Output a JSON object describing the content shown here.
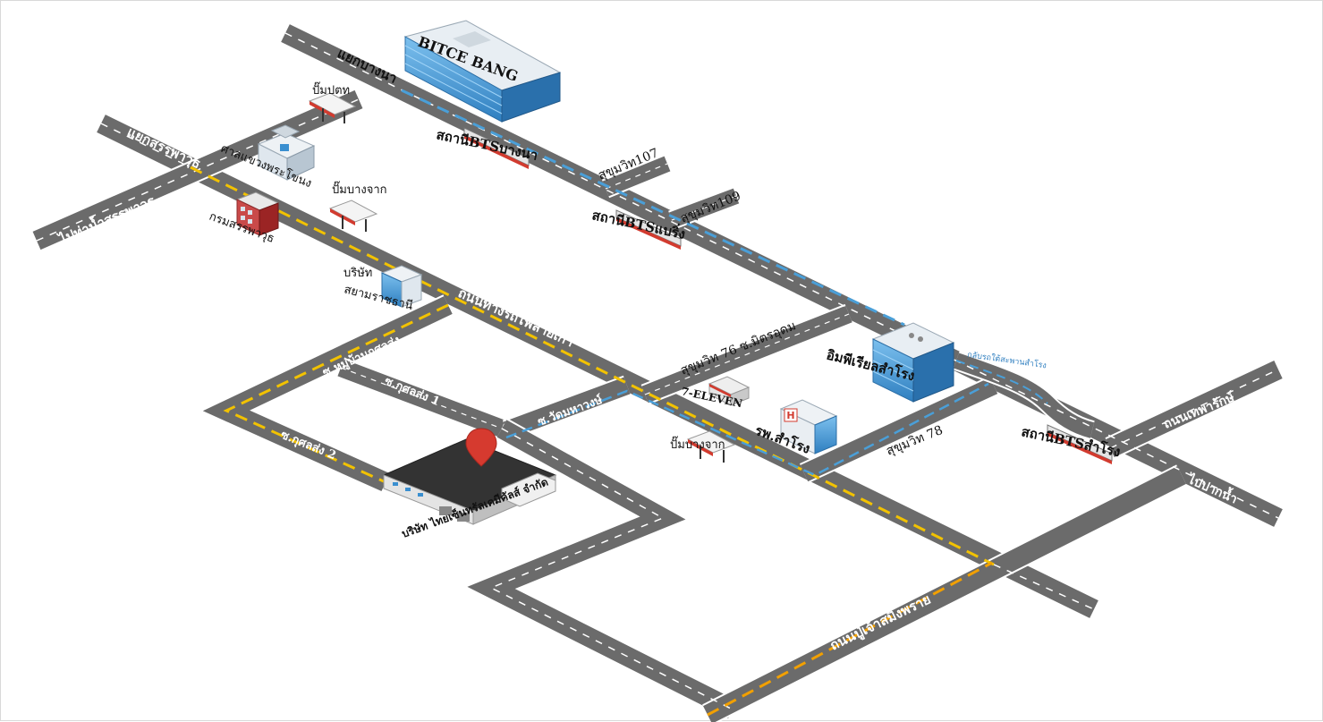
{
  "map": {
    "roads": {
      "bangna_junction": "แยกบางนา",
      "sanphawut_junction": "แยกสรรพาวุธ",
      "to_tha_nam_sanphawut": "ไปท่าน้ำสรรพาวุธ",
      "old_railway_road": "ถนนทางรถไฟสายเก่า",
      "soi_mooban_kusolsong": "ซ.หมู่บ้านกุศลส่ง",
      "soi_kusolsong_1": "ซ.กุศลส่ง 1",
      "soi_kusolsong_2": "ซ.กุศลส่ง 2",
      "soi_wat_mahawong": "ซ.วัดมหาวงษ์",
      "sukhumvit_107": "สุขุมวิท107",
      "sukhumvit_109": "สุขุมวิท109",
      "sukhumvit_76": "สุขุมวิท 76 ซ.มิตรอุดม",
      "sukhumvit_78": "สุขุมวิท 78",
      "thepharak_road": "ถนนเทพารักษ์",
      "to_paknam": "ไปปากน้ำ",
      "pu_chao_road": "ถนนปู่เจ้าสมิงพราย",
      "u_turn_samrong": "กลับรถใต้สะพานสำโรง"
    },
    "places": {
      "bitec": "BITCE BANG",
      "ptt_station": "ปั๊มปตท",
      "court": "ศาลแขวงพระโขนง",
      "bangchak_station_1": "ปั๊มบางจาก",
      "ordnance_dept": "กรมสรรพาวุธ",
      "siam_company_line1": "บริษัท",
      "siam_company_line2": "สยามราชธานี",
      "seven_eleven": "7-ELEVEN",
      "bangchak_station_2": "ปั๊มบางจาก",
      "samrong_hospital": "รพ.สำโรง",
      "imperial_samrong": "อิมพีเรียลสำโรง",
      "company_name": "บริษัท ไทยเซ็นทรัลเคมีคัลส์ จำกัด"
    },
    "bts": {
      "bangna": "สถานีBTSบางนา",
      "bearing": "สถานีBTSแบริ่ง",
      "samrong": "สถานีBTSสำโรง"
    },
    "hospital_icon_letter": "H",
    "colors": {
      "road": "#6b6b6b",
      "road_edge": "#ffffff",
      "yellow_line": "#f2c200",
      "bts_line": "#4a9fd8",
      "pin": "#d63a2f",
      "building_blue": "#3a8fd0",
      "warehouse_roof": "#333333"
    },
    "icons": [
      "map-pin-icon",
      "bts-train-icon",
      "gas-station-icon",
      "building-icon",
      "hospital-icon",
      "store-icon",
      "warehouse-icon"
    ]
  }
}
